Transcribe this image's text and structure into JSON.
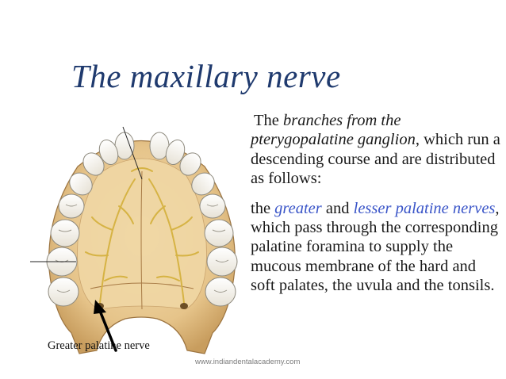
{
  "slide": {
    "title": "The maxillary nerve"
  },
  "figure": {
    "caption": "Greater palatine nerve",
    "image_description_icon": "maxillary-palate-anatomy-illustration"
  },
  "body": {
    "para1": {
      "part1": "The ",
      "em1": "branches from the pterygopalatine ganglion",
      "part2": ", which run a descending course and are distributed as follows:"
    },
    "para2": {
      "part1": "the ",
      "em1": "greater",
      "part2": " and ",
      "em2": "lesser palatine nerves",
      "part3": ", which pass through the corresponding palatine foramina to supply the mucous membrane of the hard and soft palates, the uvula and the tonsils."
    }
  },
  "footer": {
    "watermark": "www.indiandentalacademy.com"
  },
  "colors": {
    "title": "#1f3a6e",
    "emphasis_blue": "#3a55c8",
    "bone": "#e9c890",
    "bone_shadow": "#b98f52",
    "tooth": "#f6f4ee",
    "nerve": "#e3c45a"
  }
}
